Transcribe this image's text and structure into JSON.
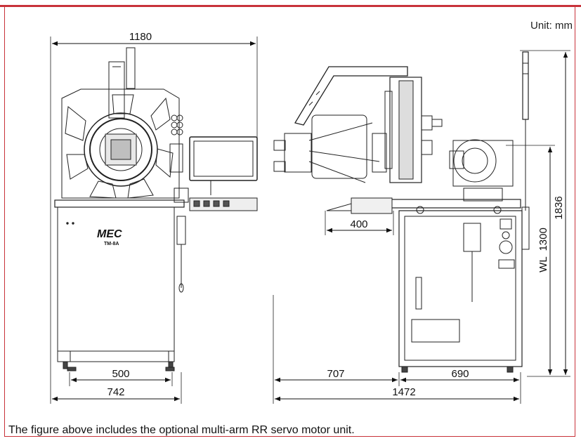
{
  "unit_label": "Unit: mm",
  "caption": "The figure above includes the optional multi-arm RR servo motor unit.",
  "front_view": {
    "width_top": "1180",
    "width_inner": "500",
    "width_base": "742",
    "logo": "MEC",
    "model": "TM-8A"
  },
  "side_view": {
    "arm_extension": "400",
    "front_depth": "707",
    "rear_depth": "690",
    "total_depth": "1472",
    "height_total": "1836",
    "work_level": "WL  1300"
  },
  "colors": {
    "frame": "#c8323a",
    "line": "#222222"
  }
}
